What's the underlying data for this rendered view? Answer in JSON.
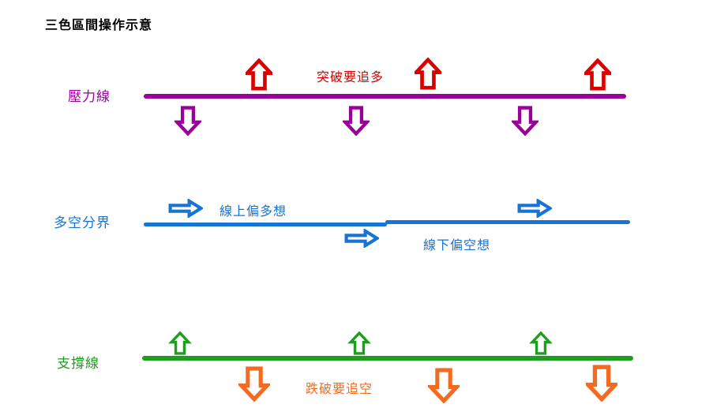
{
  "title": "三色區間操作示意",
  "colors": {
    "title": "#000000",
    "resistance": "#990099",
    "breakout": "#d90000",
    "boundary": "#1874d2",
    "support": "#1e9e1e",
    "breakdown": "#f26b21"
  },
  "sections": {
    "resistance": {
      "label": "壓力線",
      "annotation": "突破要追多",
      "up_arrow_icon": "red-hollow-up-arrow",
      "down_arrow_icon": "purple-hollow-down-arrow",
      "up_arrow_count": 3,
      "down_arrow_count": 3
    },
    "boundary": {
      "label": "多空分界",
      "above_annotation": "線上偏多想",
      "below_annotation": "線下偏空想",
      "arrow_icon": "blue-hollow-right-arrow",
      "above_arrow_count": 2,
      "below_arrow_count": 1
    },
    "support": {
      "label": "支撐線",
      "annotation": "跌破要追空",
      "up_arrow_icon": "green-hollow-up-arrow",
      "down_arrow_icon": "orange-hollow-down-arrow",
      "up_arrow_count": 3,
      "down_arrow_count": 3
    }
  }
}
